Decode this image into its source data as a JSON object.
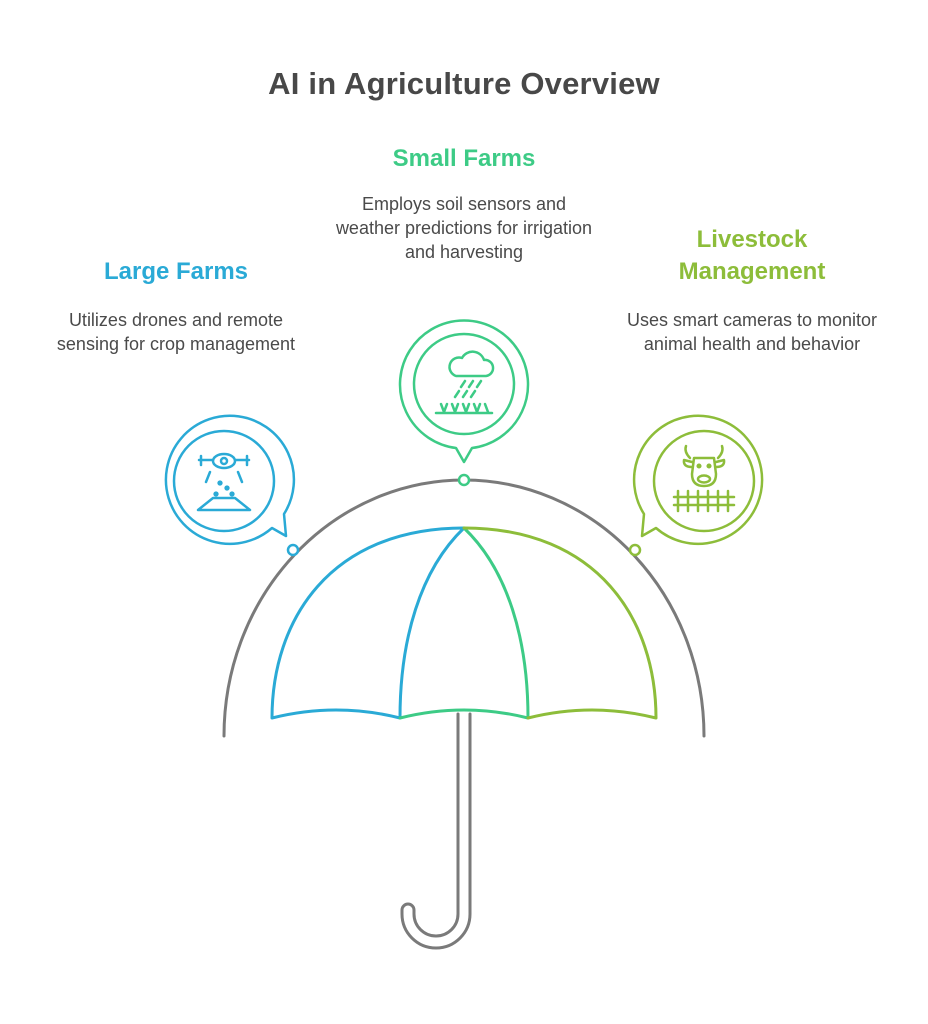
{
  "title": "AI in Agriculture Overview",
  "sections": [
    {
      "heading": "Large Farms",
      "description": "Utilizes drones and remote sensing for crop management",
      "color": "#2aaad6",
      "icon": "drone-icon"
    },
    {
      "heading": "Small Farms",
      "description": "Employs soil sensors and weather predictions for irrigation and harvesting",
      "color": "#3dcb86",
      "icon": "rain-cloud-icon"
    },
    {
      "heading": "Livestock Management",
      "description": "Uses smart cameras to monitor animal health and behavior",
      "color": "#8dbd3a",
      "icon": "cow-fence-icon"
    }
  ]
}
